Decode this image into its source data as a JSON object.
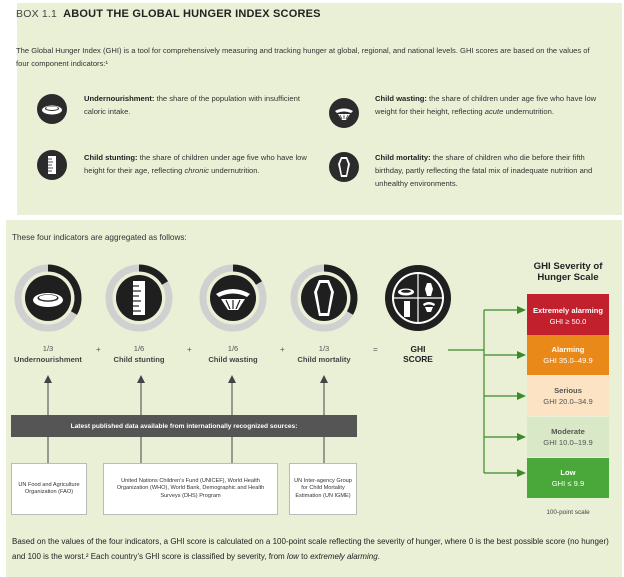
{
  "box": {
    "number": "BOX 1.1",
    "title": "ABOUT THE GLOBAL HUNGER INDEX SCORES",
    "intro": "The Global Hunger Index (GHI) is a tool for comprehensively measuring and tracking hunger at global, regional, and national levels. GHI scores are based on the values of four component indicators:¹",
    "indicators": [
      {
        "name": "Undernourishment:",
        "pre": " the share of the population with insufficient caloric intake.",
        "italic": "",
        "post": "",
        "icon": "plate-icon"
      },
      {
        "name": "Child wasting:",
        "pre": " the share of children under age five who have low weight for their height, reflecting ",
        "italic": "acute",
        "post": " undernutrition.",
        "icon": "scale-icon"
      },
      {
        "name": "Child stunting:",
        "pre": " the share of children under age five who have low height for their age, reflecting ",
        "italic": "chronic",
        "post": " undernutrition.",
        "icon": "ruler-icon"
      },
      {
        "name": "Child mortality:",
        "pre": " the share of children who die before their fifth birthday, partly reflecting the fatal mix of inadequate nutrition and unhealthy environments.",
        "italic": "",
        "post": "",
        "icon": "coffin-icon"
      }
    ]
  },
  "aggregation": {
    "intro": "These four indicators are aggregated as follows:",
    "components": [
      {
        "fraction": "1/3",
        "label": "Undernourishment",
        "icon": "plate-icon",
        "share": 0.3333
      },
      {
        "fraction": "1/6",
        "label": "Child stunting",
        "icon": "ruler-icon",
        "share": 0.1667
      },
      {
        "fraction": "1/6",
        "label": "Child wasting",
        "icon": "scale-icon",
        "share": 0.1667
      },
      {
        "fraction": "1/3",
        "label": "Child mortality",
        "icon": "coffin-icon",
        "share": 0.3333
      }
    ],
    "operators": [
      "+",
      "+",
      "+",
      "="
    ],
    "result_label_1": "GHI",
    "result_label_2": "SCORE"
  },
  "severity": {
    "title": "GHI Severity of Hunger Scale",
    "levels": [
      {
        "name": "Extremely alarming",
        "range": "GHI ≥ 50.0",
        "bg": "#c2202d",
        "fg": "#ffffff"
      },
      {
        "name": "Alarming",
        "range": "GHI 35.0–49.9",
        "bg": "#e8891a",
        "fg": "#ffffff"
      },
      {
        "name": "Serious",
        "range": "GHI 20.0–34.9",
        "bg": "#fbe3c4",
        "fg": "#555555"
      },
      {
        "name": "Moderate",
        "range": "GHI 10.0–19.9",
        "bg": "#d9e8c6",
        "fg": "#555555"
      },
      {
        "name": "Low",
        "range": "GHI ≤ 9.9",
        "bg": "#4aa83a",
        "fg": "#ffffff"
      }
    ],
    "note": "100-point scale",
    "arrow_color": "#3b8a2a"
  },
  "sources": {
    "bar": "Latest published data available from internationally recognized sources:",
    "items": [
      "UN Food and Agriculture Organization (FAO)",
      "United Nations Children’s Fund (UNICEF), World Health Organization (WHO), World Bank, Demographic and Health Surveys (DHS) Program",
      "UN Inter-agency Group for Child Mortality Estimation (UN IGME)"
    ]
  },
  "footer": {
    "p1": "Based on the values of the four indicators, a GHI score is calculated on a 100-point scale reflecting the severity of hunger, where 0 is the best possible score (no hunger) and 100 is the worst.² Each country’s GHI score is classified by severity, from ",
    "low": "low",
    "mid": " to ",
    "high": "extremely alarming",
    "end": "."
  }
}
